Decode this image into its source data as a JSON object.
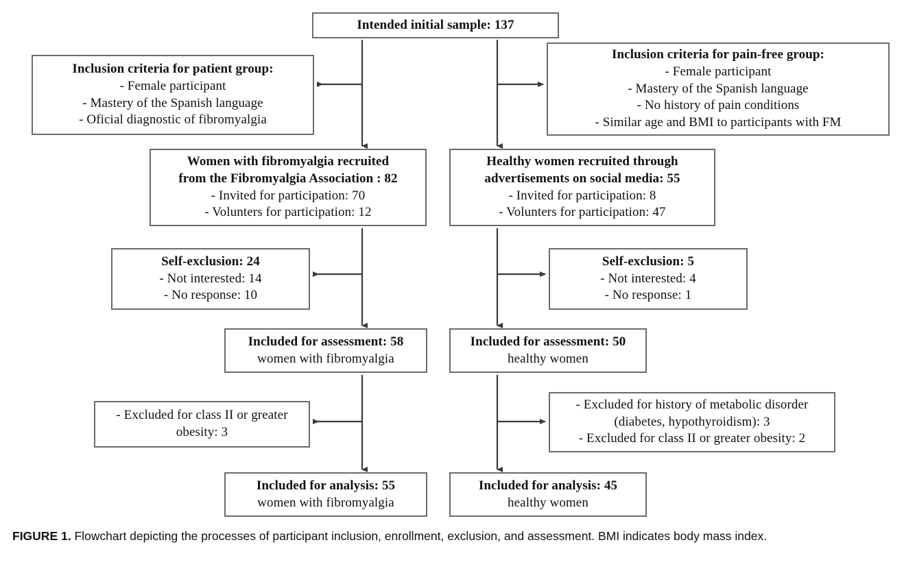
{
  "figure": {
    "label": "FIGURE 1.",
    "caption": "Flowchart depicting the processes of participant inclusion, enrollment, exclusion, and assessment. BMI indicates body mass index."
  },
  "chart_data": {
    "type": "diagram",
    "title": "Participant inclusion, enrollment, exclusion, and assessment flowchart",
    "nodes": [
      {
        "id": "intended",
        "lines": [
          "Intended initial sample: 137"
        ]
      },
      {
        "id": "crit-patient",
        "lines": [
          "Inclusion  criteria  for patient  group:",
          "- Female participant",
          "- Mastery  of the Spanish  language",
          "- Oficial diagnostic of fibromyalgia"
        ]
      },
      {
        "id": "crit-painfree",
        "lines": [
          "Inclusion  criteria  for pain-free group:",
          "- Female participant",
          "- Mastery  of the Spanish  language",
          "- No history  of pain conditions",
          "- Similar age and BMI to participants with FM"
        ]
      },
      {
        "id": "recruit-fm",
        "lines": [
          "Women with fibromyalgia  recruited",
          "from the Fibromyalgia  Association : 82",
          "- Invited  for participation:  70",
          "- Volunters for participation:  12"
        ]
      },
      {
        "id": "recruit-hw",
        "lines": [
          "Healthy  women recruited  through",
          "advertisements  on social media: 55",
          "- Invited  for participation:  8",
          "- Volunters for participation:  47"
        ]
      },
      {
        "id": "selfex-fm",
        "lines": [
          "Self-exclusion: 24",
          "- Not interested:  14",
          "- No response: 10"
        ]
      },
      {
        "id": "selfex-hw",
        "lines": [
          "Self-exclusion: 5",
          "- Not interested: 4",
          "- No response: 1"
        ]
      },
      {
        "id": "assess-fm",
        "lines": [
          "Included  for assessment: 58",
          "women with fibromyalgia"
        ]
      },
      {
        "id": "assess-hw",
        "lines": [
          "Included  for assessment: 50",
          "healthy  women"
        ]
      },
      {
        "id": "excl-fm",
        "lines": [
          "- Excluded  for class II or greater",
          "obesity: 3"
        ]
      },
      {
        "id": "excl-hw",
        "lines": [
          "- Excluded  for history  of metabolic  disorder",
          "(diabetes,  hypothyroidism):  3",
          "- Excluded  for class II or greater obesity: 2"
        ]
      },
      {
        "id": "analysis-fm",
        "lines": [
          "Included  for analysis: 55",
          "women with fibromyalgia"
        ]
      },
      {
        "id": "analysis-hw",
        "lines": [
          "Included  for analysis: 45",
          "healthy  women"
        ]
      }
    ],
    "counts": {
      "intended_initial_sample": 137,
      "fm_recruited": 82,
      "fm_invited": 70,
      "fm_volunteers": 12,
      "hw_recruited": 55,
      "hw_invited": 8,
      "hw_volunteers": 47,
      "fm_self_exclusion": 24,
      "fm_not_interested": 14,
      "fm_no_response": 10,
      "hw_self_exclusion": 5,
      "hw_not_interested": 4,
      "hw_no_response": 1,
      "fm_assessed": 58,
      "hw_assessed": 50,
      "fm_excluded_obesity": 3,
      "hw_excluded_metabolic": 3,
      "hw_excluded_obesity": 2,
      "fm_analyzed": 55,
      "hw_analyzed": 45
    },
    "edges": [
      {
        "from": "intended",
        "to": "crit-patient",
        "direction": "left"
      },
      {
        "from": "intended",
        "to": "crit-painfree",
        "direction": "right"
      },
      {
        "from": "intended",
        "to": "recruit-fm",
        "direction": "down"
      },
      {
        "from": "intended",
        "to": "recruit-hw",
        "direction": "down"
      },
      {
        "from": "recruit-fm",
        "to": "selfex-fm",
        "direction": "left"
      },
      {
        "from": "recruit-hw",
        "to": "selfex-hw",
        "direction": "right"
      },
      {
        "from": "recruit-fm",
        "to": "assess-fm",
        "direction": "down"
      },
      {
        "from": "recruit-hw",
        "to": "assess-hw",
        "direction": "down"
      },
      {
        "from": "assess-fm",
        "to": "excl-fm",
        "direction": "left"
      },
      {
        "from": "assess-hw",
        "to": "excl-hw",
        "direction": "right"
      },
      {
        "from": "assess-fm",
        "to": "analysis-fm",
        "direction": "down"
      },
      {
        "from": "assess-hw",
        "to": "analysis-hw",
        "direction": "down"
      }
    ],
    "colors": {
      "box_border": "#6b6b6b",
      "arrow": "#3a3a3a",
      "background": "#ffffff",
      "text": "#111111"
    }
  },
  "boxes": {
    "intended": {
      "l0": "Intended initial sample: 137"
    },
    "crit_patient": {
      "l0": "Inclusion  criteria  for patient  group:",
      "l1": "- Female participant",
      "l2": "- Mastery  of the Spanish  language",
      "l3": "- Oficial diagnostic of fibromyalgia"
    },
    "crit_painfree": {
      "l0": "Inclusion  criteria  for pain-free group:",
      "l1": "- Female participant",
      "l2": "- Mastery  of the Spanish  language",
      "l3": "- No history  of pain conditions",
      "l4": "- Similar age and BMI to participants with FM"
    },
    "recruit_fm": {
      "l0": "Women with fibromyalgia  recruited",
      "l1": "from the Fibromyalgia  Association : 82",
      "l2": "- Invited  for participation:  70",
      "l3": "- Volunters for participation:  12"
    },
    "recruit_hw": {
      "l0": "Healthy  women recruited  through",
      "l1": "advertisements  on social media: 55",
      "l2": "- Invited  for participation:  8",
      "l3": "- Volunters for participation:  47"
    },
    "selfex_fm": {
      "l0": "Self-exclusion: 24",
      "l1": "- Not interested:  14",
      "l2": "- No response: 10"
    },
    "selfex_hw": {
      "l0": "Self-exclusion: 5",
      "l1": "- Not interested: 4",
      "l2": "- No response: 1"
    },
    "assess_fm": {
      "l0": "Included  for assessment: 58",
      "l1": "women with fibromyalgia"
    },
    "assess_hw": {
      "l0": "Included  for assessment: 50",
      "l1": "healthy  women"
    },
    "excl_fm": {
      "l0": "- Excluded  for class II or greater",
      "l1": "obesity: 3"
    },
    "excl_hw": {
      "l0": "- Excluded  for history  of metabolic  disorder",
      "l1": "(diabetes,  hypothyroidism):  3",
      "l2": "- Excluded  for class II or greater obesity: 2"
    },
    "analysis_fm": {
      "l0": "Included  for analysis: 55",
      "l1": "women with fibromyalgia"
    },
    "analysis_hw": {
      "l0": "Included  for analysis: 45",
      "l1": "healthy  women"
    }
  }
}
